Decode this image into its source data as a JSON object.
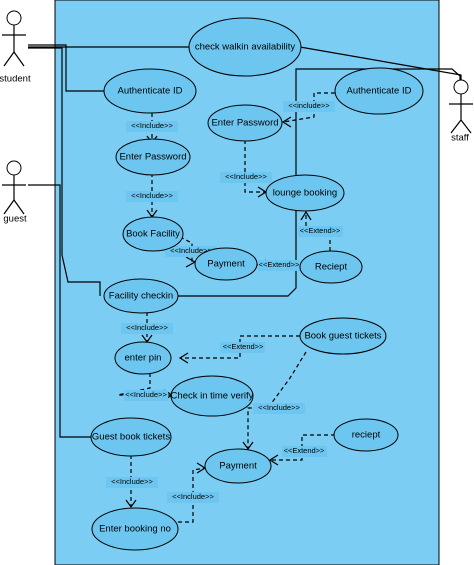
{
  "actors": {
    "student": "student",
    "guest": "guest",
    "staff": "staff"
  },
  "use_cases": {
    "check_walkin": "check walkin availability",
    "auth_id_left": "Authenticate ID",
    "auth_id_right": "Authenticate ID",
    "enter_password_left": "Enter Password",
    "enter_password_right": "Enter Password",
    "book_facility": "Book Facility",
    "payment_top": "Payment",
    "reciept_top": "Reciept",
    "lounge_booking": "lounge booking",
    "facility_checkin": "Facility checkin",
    "enter_pin": "enter pin",
    "check_in_time": "Check in time verify",
    "book_guest_tickets": "Book guest tickets",
    "guest_book_tickets": "Guest book tickets",
    "payment_bottom": "Payment",
    "reciept_bottom": "reciept",
    "enter_booking_no": "Enter booking no"
  },
  "relations": {
    "include": "<<Include>>",
    "extend": "<<Extend>>",
    "include_lower": "<<include>>"
  },
  "colors": {
    "system_boundary": "#7ccdf3",
    "usecase_fill": "#6cc6f0",
    "actor_head": "#ffffff"
  }
}
